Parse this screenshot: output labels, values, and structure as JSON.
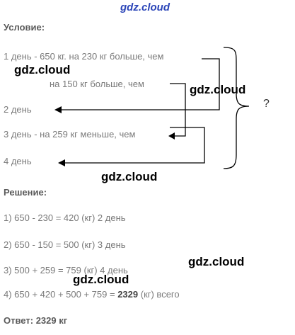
{
  "header": {
    "watermark": "gdz.cloud"
  },
  "condition": {
    "heading": "Условие:",
    "lines": [
      "1 день - 650 кг. на 230 кг больше, чем",
      "на 150 кг больше, чем",
      "2 день",
      "3 день - на 259 кг меньше, чем",
      "4 день"
    ],
    "question": "?"
  },
  "solution": {
    "heading": "Решение:",
    "steps": [
      "1) 650 - 230 = 420 (кг) 2 день",
      "2) 650 - 150 = 500 (кг) 3 день",
      "3) 500 + 259 = 759 (кг) 4 день"
    ],
    "step4": {
      "prefix": "4) 650 + 420 + 500 + 759 = ",
      "result": "2329",
      "suffix": " (кг) всего"
    }
  },
  "answer": {
    "label": "Ответ:",
    "value": "2329 кг"
  },
  "watermarks": [
    "gdz.cloud",
    "gdz.cloud",
    "gdz.cloud",
    "gdz.cloud",
    "gdz.cloud"
  ],
  "colors": {
    "text": "#7a7a7a",
    "heading": "#5a5a5a",
    "watermark_top": "#2b45b8",
    "lines": "#000000"
  }
}
